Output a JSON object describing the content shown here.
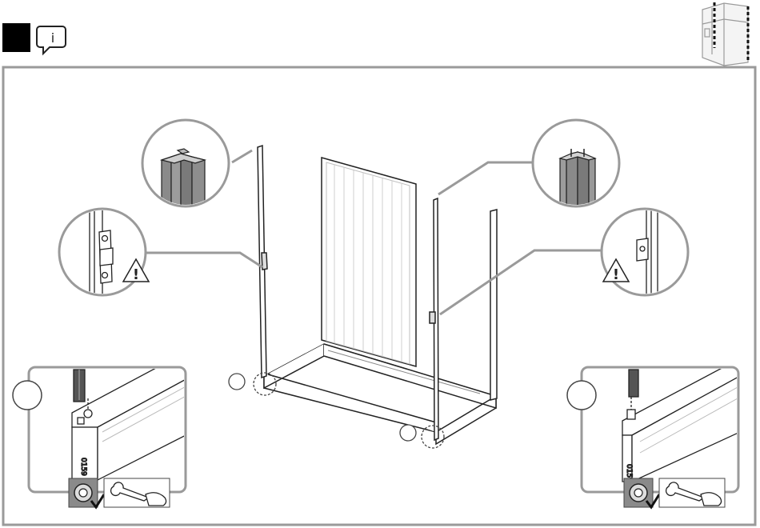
{
  "header": {
    "step_label": "",
    "info_glyph": "i"
  },
  "icons": {
    "step_marker": "black-square-icon",
    "info": "info-speech-bubble-icon",
    "overview": "shed-overview-thumbnail-icon",
    "warning": "warning-triangle-icon",
    "wrench": "wrench-hand-tool-icon",
    "bolt_nut": "bolt-and-nut-icon"
  },
  "callouts": {
    "warning_mark": "!",
    "profile_code_left": "0159",
    "profile_code_right": "0159"
  },
  "colors": {
    "frame_border": "#9a9a9a",
    "line": "#222222",
    "detail_fill": "#8a8a8a",
    "panel_hatch": "#bfbfbf"
  }
}
